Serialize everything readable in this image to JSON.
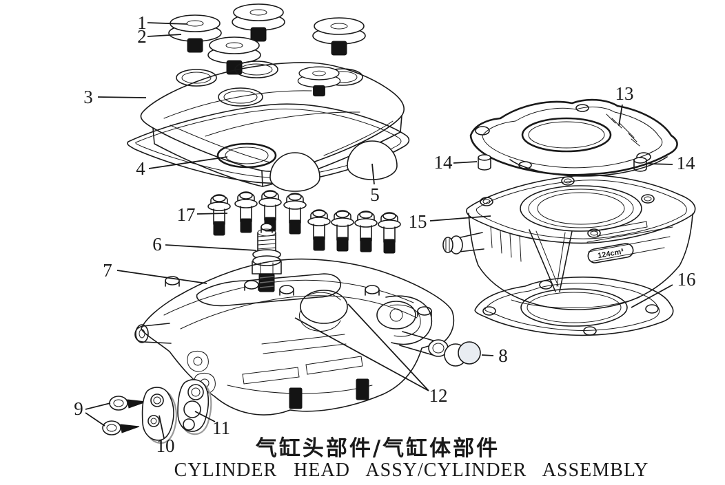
{
  "diagram": {
    "title_cn": "气缸头部件/气缸体部件",
    "title_en": "CYLINDER HEAD ASSY/CYLINDER ASSEMBLY",
    "cylinder_badge": "124cm³",
    "labels": {
      "n1": "1",
      "n2": "2",
      "n3": "3",
      "n4": "4",
      "n5": "5",
      "n6": "6",
      "n7": "7",
      "n8": "8",
      "n9": "9",
      "n10": "10",
      "n11": "11",
      "n12": "12",
      "n13": "13",
      "n14": "14",
      "n15": "15",
      "n16": "16",
      "n17": "17"
    },
    "colors": {
      "ink": "#1a1a1a",
      "paper": "#ffffff",
      "thread_fill": "#141414",
      "plate_shadow": "#9a9a9a",
      "pin_highlight": "#e9edf2"
    }
  }
}
